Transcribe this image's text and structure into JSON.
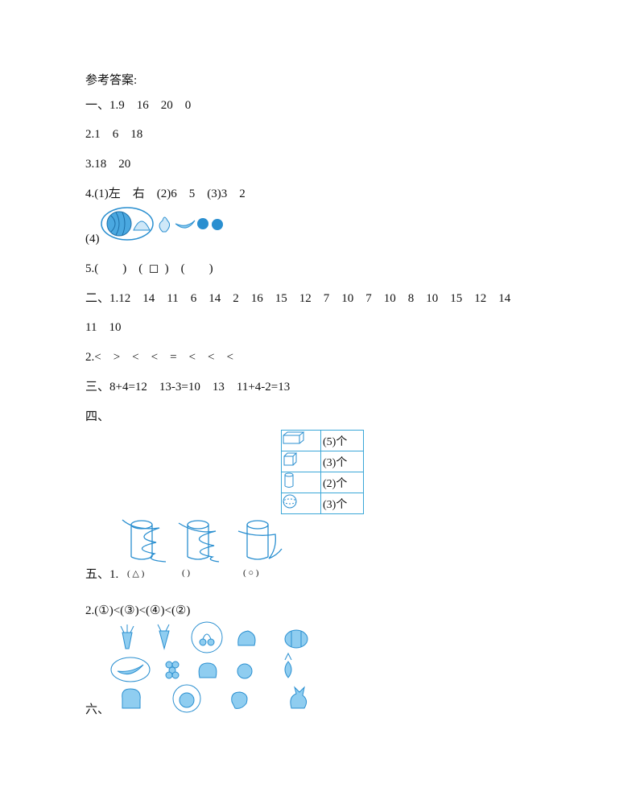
{
  "heading": "参考答案:",
  "s1": {
    "q1": "一、1.9    16    20    0",
    "q2": "2.1    6    18",
    "q3": "3.18    20",
    "q4": "4.(1)左    右    (2)6    5    (3)3    2",
    "q4_4": "(4)",
    "q5": "5.(        )    (  ◻  )    (        )"
  },
  "s2": {
    "line1": "二、1.12    14    11    6    14    2    16    15    12    7    10    7    10    8    10    15    12    14",
    "line2": "11    10",
    "line3": "2.<    >    <    <    =    <    <    <"
  },
  "s3": {
    "line": "三、8+4=12    13-3=10    13    11+4-2=13"
  },
  "s4": {
    "label": "四、",
    "table": [
      {
        "shape": "cuboid-icon",
        "count": "(5)个"
      },
      {
        "shape": "cube-icon",
        "count": "(3)个"
      },
      {
        "shape": "cylinder-icon",
        "count": "(2)个"
      },
      {
        "shape": "sphere-icon",
        "count": "(3)个"
      }
    ]
  },
  "s5": {
    "label": "五、1.",
    "answers": [
      "( △ )",
      "(    )",
      "( ○ )"
    ],
    "q2": "2.(①)<(③)<(④)<(②)"
  },
  "s6": {
    "label": "六、"
  },
  "colors": {
    "accent": "#2a8fd0"
  }
}
